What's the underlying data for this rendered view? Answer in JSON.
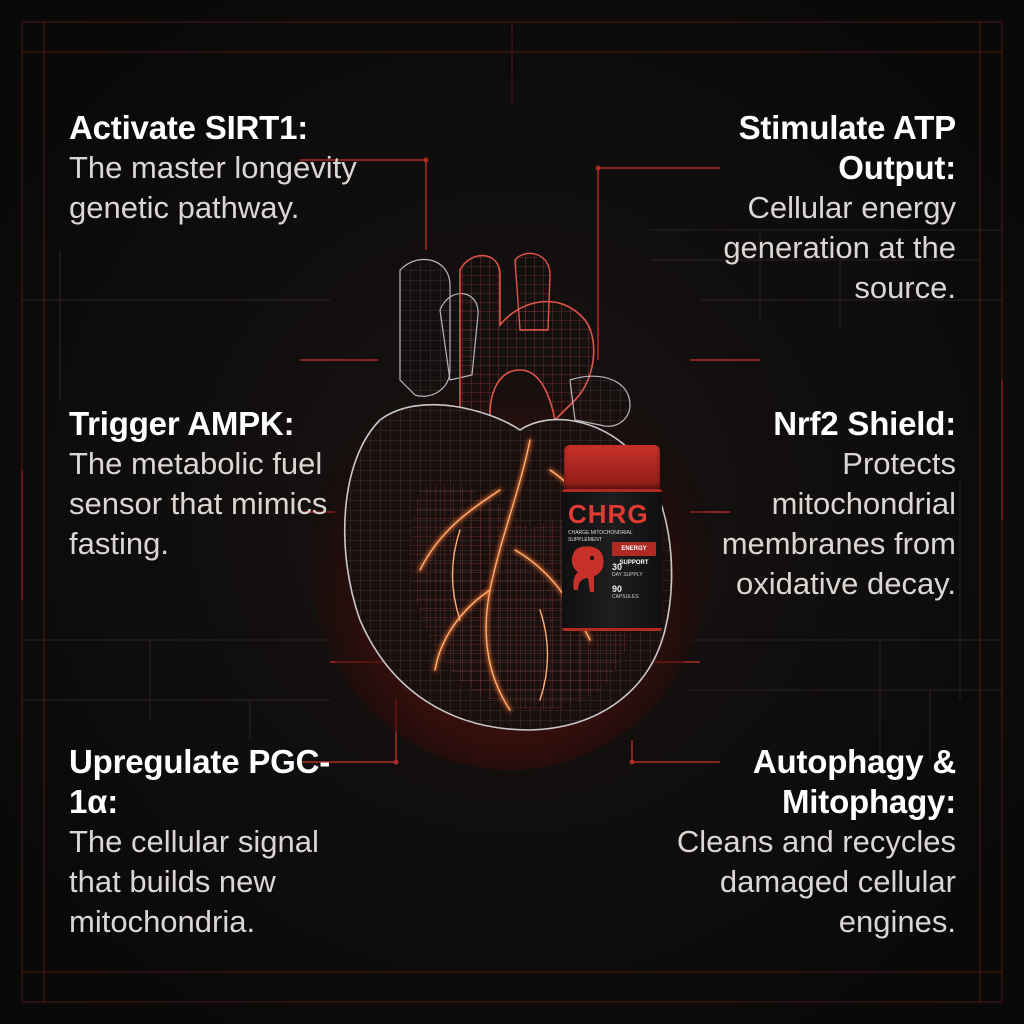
{
  "colors": {
    "background": "#0d0b0b",
    "accent_red": "#c0322c",
    "glow_orange": "#ff6a2a",
    "wire_grey": "#9a9a9f",
    "text_white": "#ffffff"
  },
  "blocks": {
    "sirt1": {
      "title": "Activate SIRT1:",
      "desc": "The master longevity genetic pathway."
    },
    "ampk": {
      "title": "Trigger AMPK:",
      "desc": "The metabolic fuel sensor that mimics fasting."
    },
    "pgc": {
      "title": "Upregulate PGC-1α:",
      "desc": "The cellular signal that builds new mitochondria."
    },
    "atp": {
      "title": "Stimulate ATP Output:",
      "desc": "Cellular energy generation at the source."
    },
    "nrf2": {
      "title": "Nrf2 Shield:",
      "desc": "Protects mitochondrial membranes from oxidative decay."
    },
    "autophagy": {
      "title": "Autophagy & Mitophagy:",
      "desc": "Cleans and recycles damaged cellular engines."
    }
  },
  "product": {
    "brand": "CHRG",
    "subtitle": "CHARGE MITOCHONDRIAL SUPPLEMENT",
    "badge": "ENERGY SUPPORT",
    "supply_count": "30",
    "supply_label": "DAY SUPPLY",
    "capsule_count": "90",
    "capsule_label": "CAPSULES",
    "logo_icon": "elephant-logo-icon"
  },
  "illustration": {
    "icon": "wireframe-heart-icon"
  }
}
